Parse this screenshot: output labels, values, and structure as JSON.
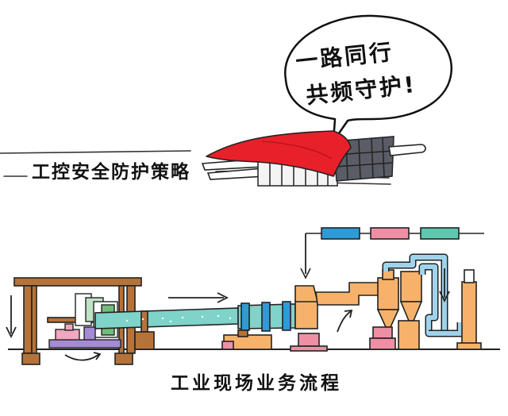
{
  "speech_bubble": {
    "line1": "一路同行",
    "line2": "共频守护!"
  },
  "strategy_title": "工控安全防护策略",
  "process_title": "工业现场业务流程",
  "colors": {
    "cape_red": "#e8202a",
    "pipe_teal": "#7fd3c8",
    "pipe_orange": "#f6b26b",
    "pipe_light_blue": "#9fd3ec",
    "brown": "#b5733a",
    "block_blue": "#2f9ad6",
    "block_pink": "#ef8fa4",
    "block_green": "#5fc6b0",
    "purple": "#a58bd6"
  }
}
